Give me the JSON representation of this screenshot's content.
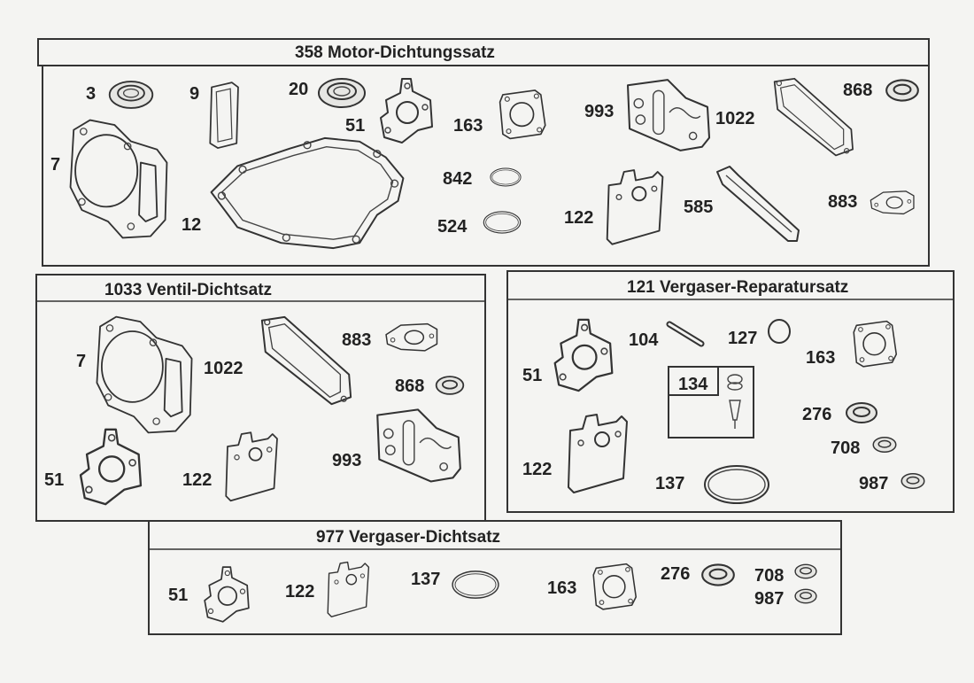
{
  "panels": {
    "motor": {
      "title": "358 Motor-Dichtungssatz",
      "labels": {
        "p3": "3",
        "p9": "9",
        "p20": "20",
        "p51": "51",
        "p163": "163",
        "p993": "993",
        "p1022": "1022",
        "p868": "868",
        "p7": "7",
        "p842": "842",
        "p524": "524",
        "p122": "122",
        "p585": "585",
        "p883": "883",
        "p12": "12"
      }
    },
    "ventil": {
      "title": "1033  Ventil-Dichtsatz",
      "labels": {
        "p7": "7",
        "p1022": "1022",
        "p883": "883",
        "p868": "868",
        "p51": "51",
        "p122": "122",
        "p993": "993"
      }
    },
    "vergaser_rep": {
      "title": "121 Vergaser-Reparatursatz",
      "labels": {
        "p51": "51",
        "p104": "104",
        "p127": "127",
        "p163": "163",
        "p134": "134",
        "p276": "276",
        "p708": "708",
        "p122": "122",
        "p137": "137",
        "p987": "987"
      }
    },
    "vergaser_dicht": {
      "title": "977 Vergaser-Dichtsatz",
      "labels": {
        "p51": "51",
        "p122": "122",
        "p137": "137",
        "p163": "163",
        "p276": "276",
        "p708": "708",
        "p987": "987"
      }
    }
  }
}
